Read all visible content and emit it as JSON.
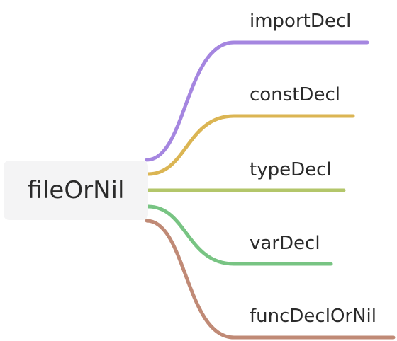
{
  "root": {
    "label": "fileOrNil"
  },
  "branches": [
    {
      "label": "importDecl",
      "color": "#a586e0"
    },
    {
      "label": "constDecl",
      "color": "#dbb553"
    },
    {
      "label": "typeDecl",
      "color": "#b3c66a"
    },
    {
      "label": "varDecl",
      "color": "#78c483"
    },
    {
      "label": "funcDeclOrNil",
      "color": "#c08a76"
    }
  ]
}
